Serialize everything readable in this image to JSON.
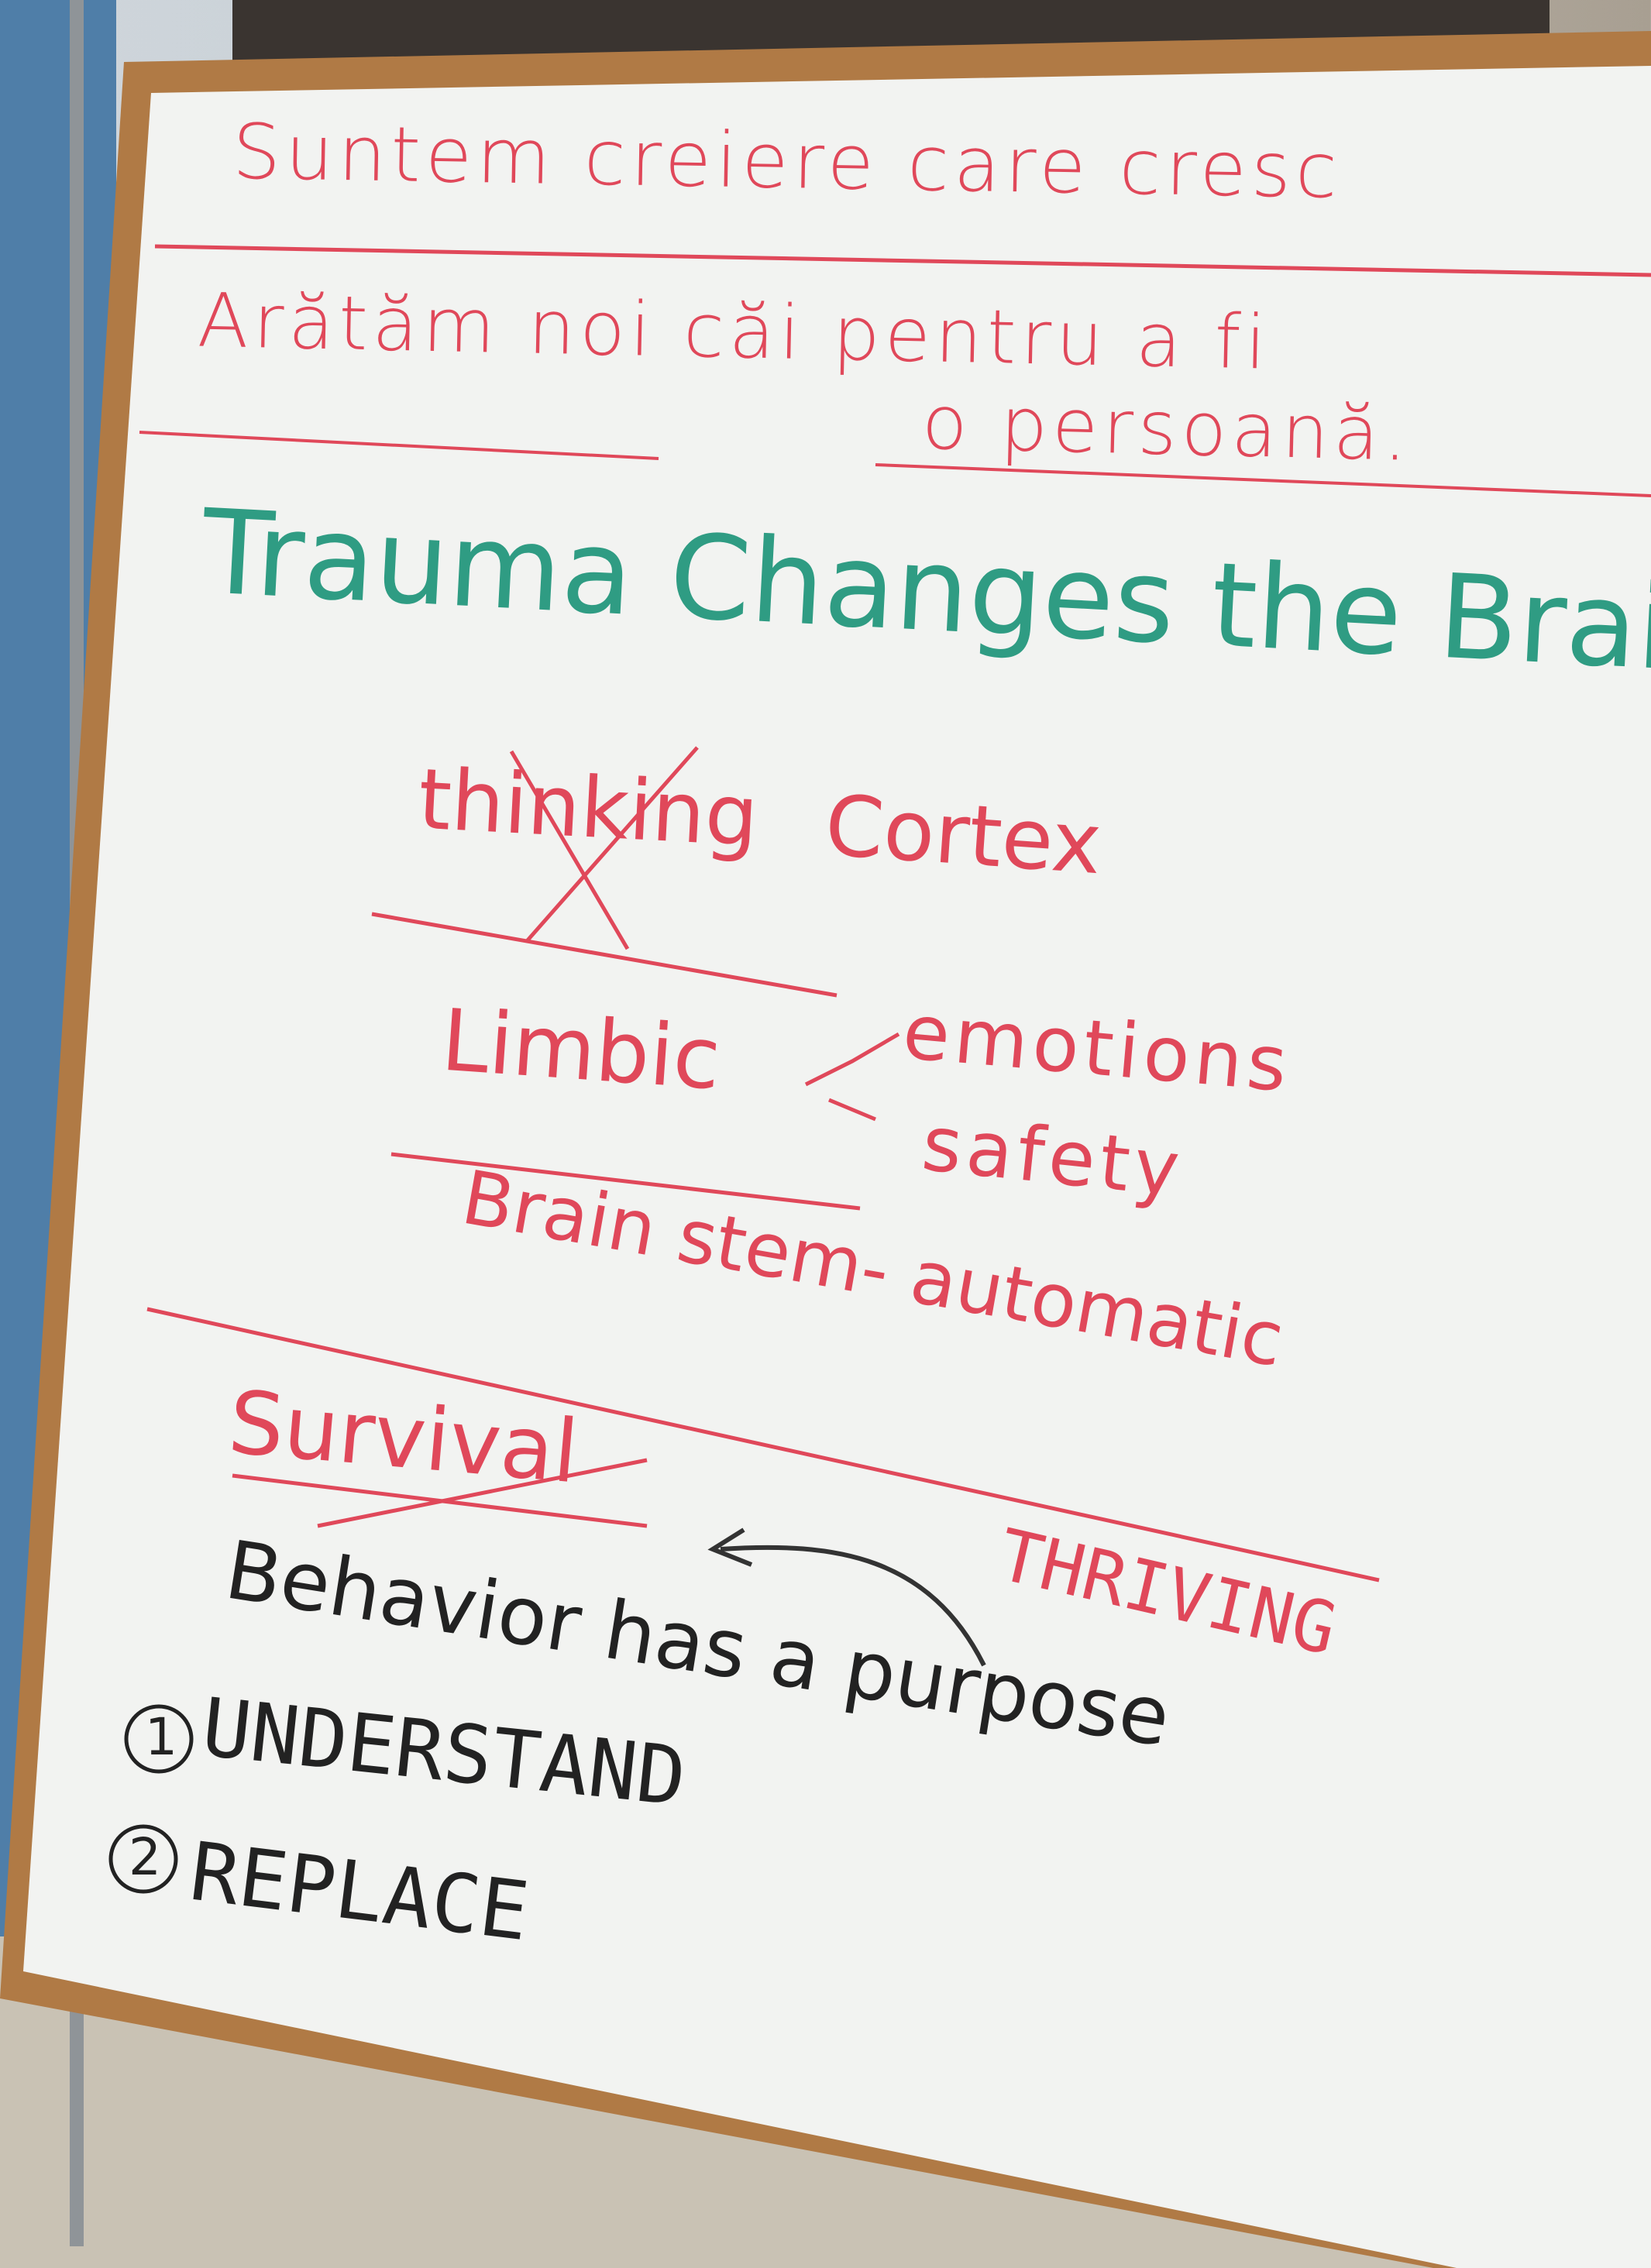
{
  "whiteboard": {
    "header_line_1": "Suntem creiere care cresc",
    "header_line_2": "Arătăm noi căi pentru a fi",
    "header_line_3": "o persoană.",
    "title": "Trauma Changes the Brain",
    "cortex": {
      "struck_word": "thinking",
      "label": "Cortex"
    },
    "limbic": {
      "label": "Limbic",
      "branch_1": "emotions",
      "branch_2": "safety"
    },
    "brain_stem": "Brain stem- automatic",
    "survival_struck": "Survival",
    "thriving": "THRIVING",
    "behavior": "Behavior has a purpose",
    "step_1_number": "1",
    "step_1": "UNDERSTAND",
    "step_2_number": "2",
    "step_2": "REPLACE"
  },
  "colors": {
    "red_marker": "#e0485a",
    "green_marker": "#2f9c83",
    "black_marker": "#222222",
    "frame_wood": "#b07a45",
    "board_white": "#f2f3f1"
  }
}
